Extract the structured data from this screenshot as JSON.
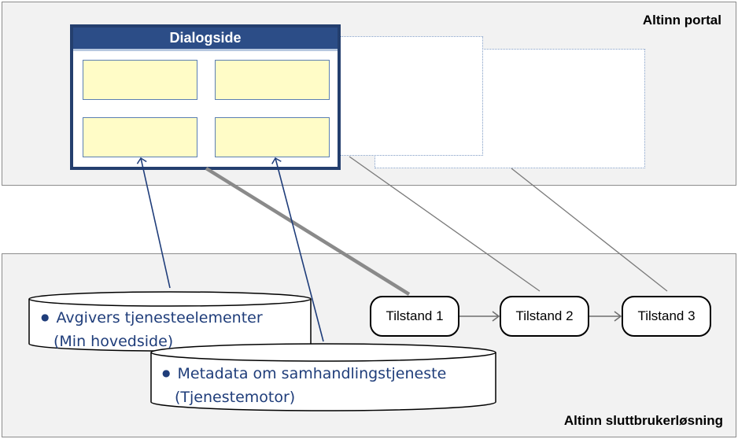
{
  "portal": {
    "label": "Altinn portal"
  },
  "sluttbruker": {
    "label": "Altinn sluttbrukerløsning"
  },
  "dialog": {
    "title": "Dialogside"
  },
  "states": [
    {
      "label": "Tilstand 1"
    },
    {
      "label": "Tilstand 2"
    },
    {
      "label": "Tilstand 3"
    }
  ],
  "databases": [
    {
      "line1": "Avgivers tjenesteelementer",
      "line2": "(Min hovedside)"
    },
    {
      "line1": "Metadata om samhandlingstjeneste",
      "line2": "(Tjenestemotor)"
    }
  ],
  "colors": {
    "zone_fill": "#f2f2f2",
    "dialog_header": "#2c4d87",
    "field_fill": "#fffcc7",
    "text_blue": "#1f3d7a",
    "arrow_blue": "#1f3d7a"
  }
}
